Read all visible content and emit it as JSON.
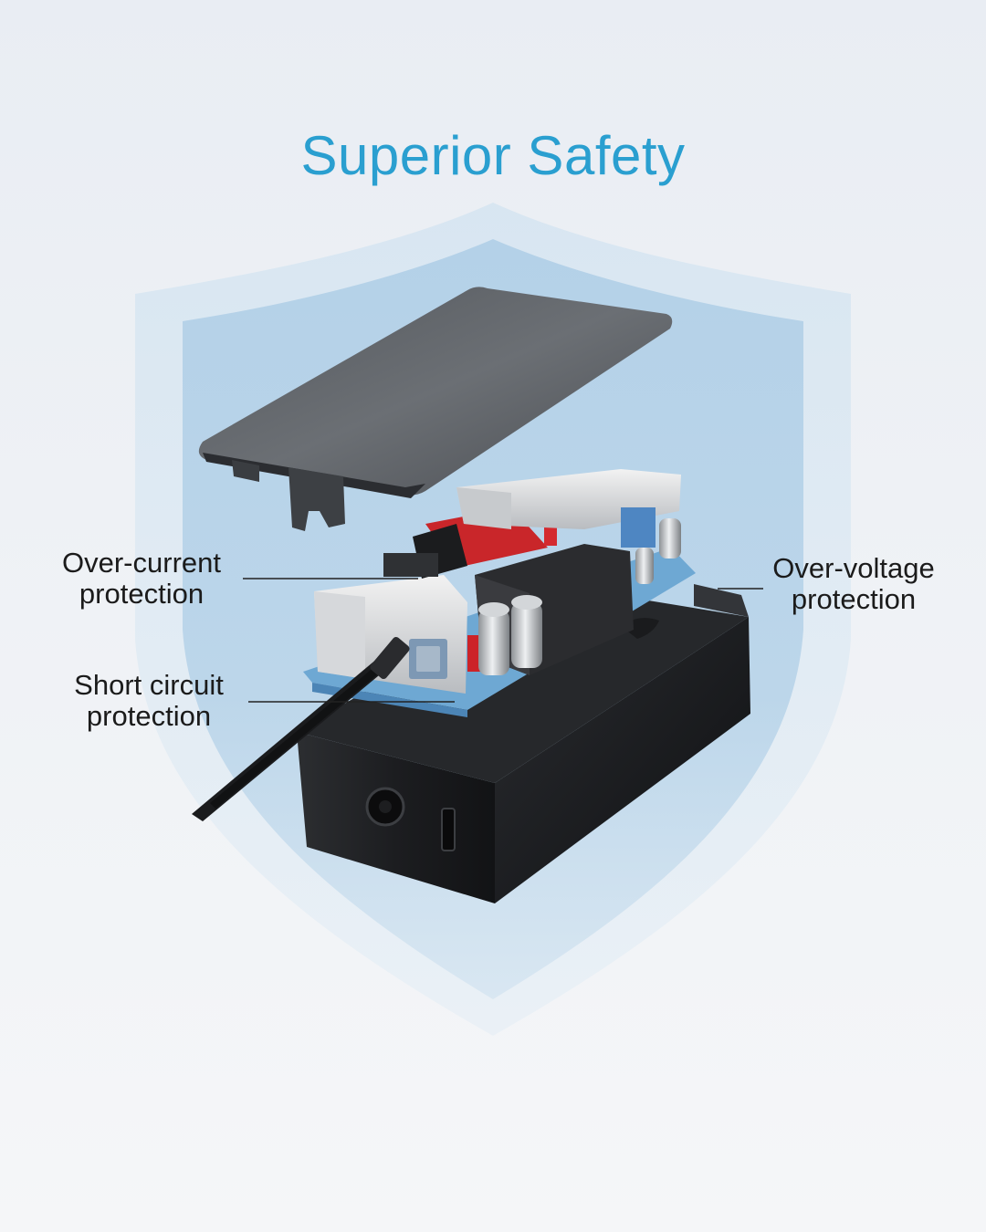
{
  "title": "Superior Safety",
  "colors": {
    "title": "#2a9fd0",
    "shield_outer": "#d7e6f2",
    "shield_inner": "#b9d5ea",
    "device_body": "#202225",
    "leader_line": "#222222"
  },
  "callouts": {
    "over_current": {
      "line1": "Over-current",
      "line2": "protection"
    },
    "over_voltage": {
      "line1": "Over-voltage",
      "line2": "protection"
    },
    "short_circuit": {
      "line1": "Short circuit",
      "line2": "protection"
    }
  },
  "icons": {
    "shield": "shield-icon",
    "charger": "charger-illustration"
  }
}
